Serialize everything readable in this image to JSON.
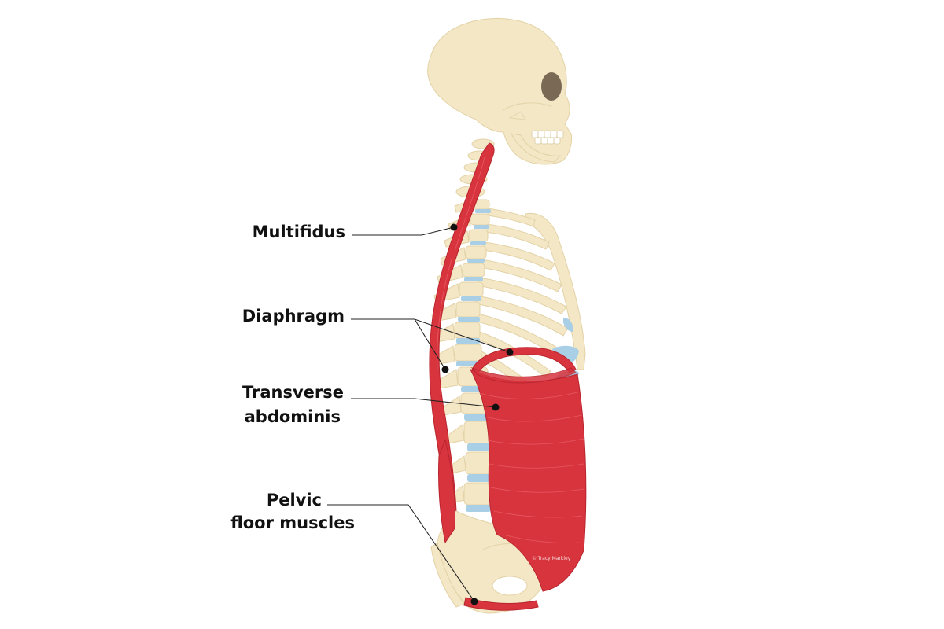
{
  "labels": {
    "multifidus": "Multifidus",
    "diaphragm": "Diaphragm",
    "transverse_line1": "Transverse",
    "transverse_line2": "abdominis",
    "pelvic_line1": "Pelvic",
    "pelvic_line2": "floor muscles"
  },
  "credit": "© Tracy Markley",
  "colors": {
    "bone": "#f4e7c6",
    "muscle": "#d8343e",
    "disc": "#a9cfe6",
    "orbit": "#7a6a55"
  }
}
